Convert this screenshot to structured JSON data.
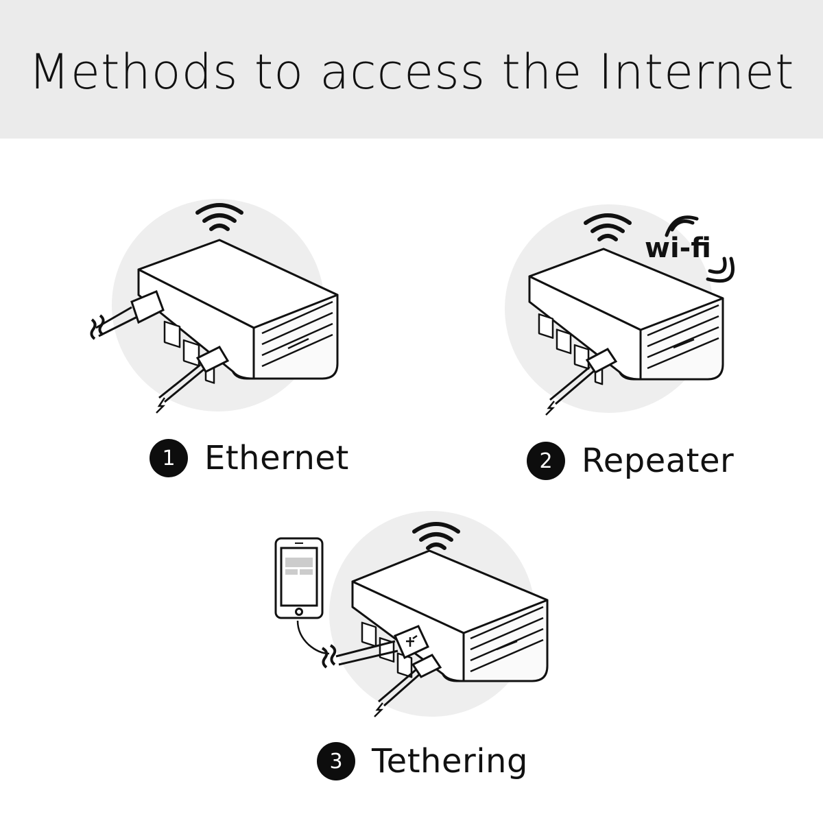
{
  "header": {
    "title": "Methods to access the Internet"
  },
  "methods": [
    {
      "number": "1",
      "label": "Ethernet"
    },
    {
      "number": "2",
      "label": "Repeater"
    },
    {
      "number": "3",
      "label": "Tethering"
    }
  ],
  "badges": {
    "wifi_logo": "wi-fi"
  },
  "colors": {
    "header_bg": "#ebebeb",
    "circle_bg": "#eeeeee",
    "line": "#111111",
    "badge_bg": "#0d0d0d"
  }
}
